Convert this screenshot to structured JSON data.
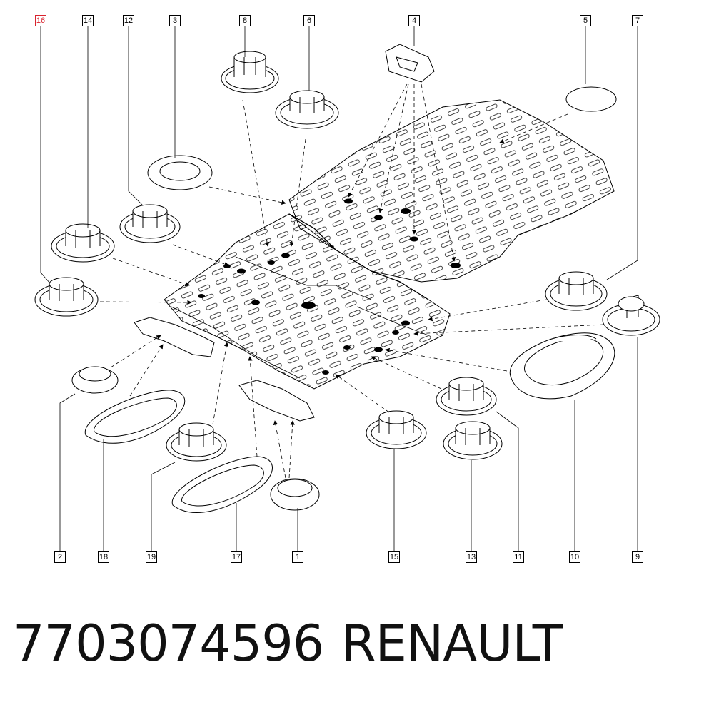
{
  "footer": {
    "part_number": "7703074596",
    "brand": "RENAULT"
  },
  "callouts": {
    "top": [
      "16",
      "14",
      "12",
      "3",
      "8",
      "6",
      "4",
      "5",
      "7"
    ],
    "bottom": [
      "2",
      "18",
      "19",
      "17",
      "1",
      "15",
      "13",
      "11",
      "10",
      "9"
    ]
  },
  "colors": {
    "line": "#000000",
    "highlight": "#d9232e",
    "text": "#111111"
  },
  "highlighted_callout": "16"
}
